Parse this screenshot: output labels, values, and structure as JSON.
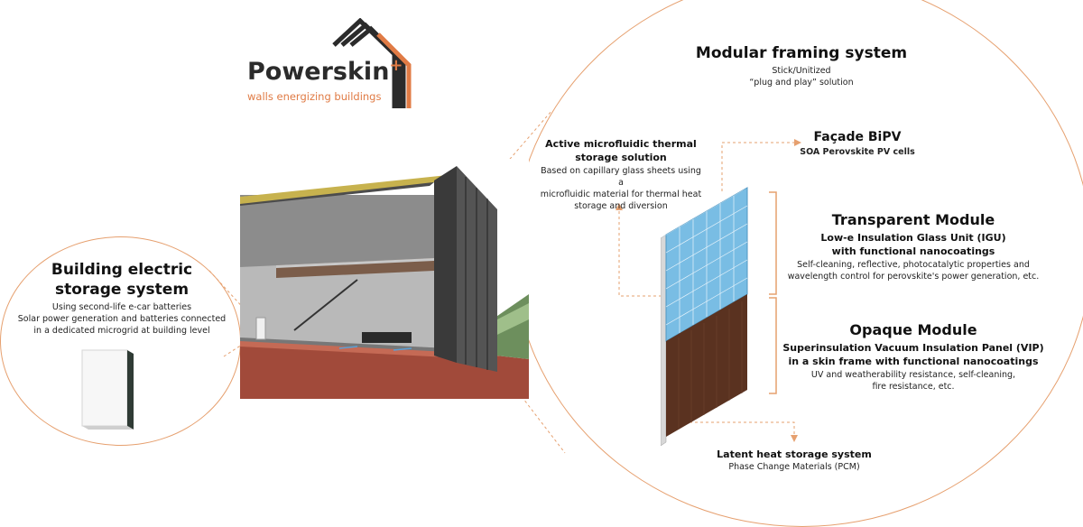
{
  "logo": {
    "name": "Powerskin",
    "superscript": "+",
    "tagline": "walls energizing buildings",
    "accent": "#e07b45"
  },
  "left_panel": {
    "title_line1": "Building electric",
    "title_line2": "storage system",
    "desc_line1": "Using second-life e-car batteries",
    "desc_line2": "Solar power generation and batteries connected",
    "desc_line3": "in a dedicated microgrid at building level"
  },
  "framing": {
    "title": "Modular framing system",
    "line1": "Stick/Unitized",
    "line2": "“plug and play” solution"
  },
  "microfluidic": {
    "title_line1": "Active microfluidic thermal",
    "title_line2": "storage solution",
    "desc_line1": "Based on capillary glass sheets using a",
    "desc_line2": "microfluidic material for thermal heat",
    "desc_line3": "storage and diversion"
  },
  "bipv": {
    "title": "Façade BiPV",
    "subtitle": "SOA Perovskite PV cells"
  },
  "transparent": {
    "title": "Transparent Module",
    "sub_line1": "Low-e Insulation Glass Unit (IGU)",
    "sub_line2": "with functional nanocoatings",
    "desc_line1": "Self-cleaning, reflective, photocatalytic properties and",
    "desc_line2": "wavelength control for perovskite's power generation, etc."
  },
  "opaque": {
    "title": "Opaque Module",
    "sub_line1": "Superinsulation Vacuum Insulation Panel (VIP)",
    "sub_line2": "in a skin frame with functional nanocoatings",
    "desc_line1": "UV and weatherability resistance, self-cleaning,",
    "desc_line2": "fire resistance, etc."
  },
  "latent": {
    "title": "Latent heat storage system",
    "subtitle": "Phase Change Materials (PCM)"
  },
  "colors": {
    "accent": "#e07b45",
    "dark": "#2b2b2b",
    "glass": "#6fb3dc",
    "wood": "#5a3220"
  }
}
